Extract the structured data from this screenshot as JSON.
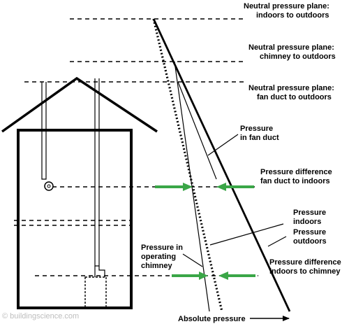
{
  "labels": {
    "npp_indoor_line1": "Neutral pressure plane:",
    "npp_indoor_line2": "indoors to outdoors",
    "npp_chimney_line1": "Neutral pressure plane:",
    "npp_chimney_line2": "chimney to outdoors",
    "npp_fan_line1": "Neutral pressure plane:",
    "npp_fan_line2": "fan duct to outdoors",
    "fan_duct_line1": "Pressure",
    "fan_duct_line2": "in fan duct",
    "diff_fan_line1": "Pressure difference",
    "diff_fan_line2": "fan duct to indoors",
    "indoors_line1": "Pressure",
    "indoors_line2": "indoors",
    "outdoors_line1": "Pressure",
    "outdoors_line2": "outdoors",
    "chimney_line1": "Pressure in",
    "chimney_line2": "operating",
    "chimney_line3": "chimney",
    "diff_chimney_line1": "Pressure difference",
    "diff_chimney_line2": "indoors to chimney",
    "axis": "Absolute pressure"
  },
  "watermark": "© buildingscience.com",
  "colors": {
    "line": "#000000",
    "arrow": "#3aa647",
    "watermark": "#bdbdbd"
  }
}
